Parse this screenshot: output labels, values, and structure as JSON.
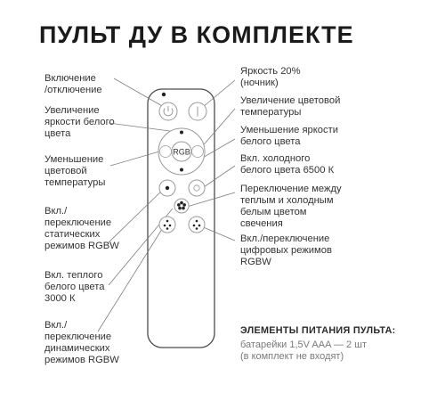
{
  "title": "ПУЛЬТ ДУ В КОМПЛЕКТЕ",
  "labels": {
    "power_on_off": "Включение\n/отключение",
    "white_brightness_up": "Увеличение\nяркости белого\nцвета",
    "color_temp_down": "Уменьшение\nцветовой\nтемпературы",
    "static_rgbw": "Вкл./\nпереключение\nстатических\nрежимов RGBW",
    "warm_white": "Вкл. теплого\nбелого цвета\n3000 К",
    "dynamic_rgbw": "Вкл./\nпереключение\nдинамических\nрежимов RGBW",
    "brightness_20": "Яркость 20%\n(ночник)",
    "color_temp_up": "Увеличение цветовой\nтемпературы",
    "white_brightness_down": "Уменьшение яркости\nбелого цвета",
    "cold_white": "Вкл. холодного\nбелого цвета 6500 К",
    "warm_cold_switch": "Переключение между\nтеплым и холодным\nбелым цветом\nсвечения",
    "digital_modes": "Вкл./переключение\nцифровых режимов\nRGBW"
  },
  "remote": {
    "rgb_button": "RGB"
  },
  "power_supply": {
    "heading": "ЭЛЕМЕНТЫ ПИТАНИЯ ПУЛЬТА:",
    "text": "батарейки 1,5V AAA — 2 шт\n(в комплект не входят)"
  },
  "colors": {
    "line": "#7d7d7d",
    "remote_outline": "#4a4a4a",
    "button_outline": "#9a9a9a"
  }
}
